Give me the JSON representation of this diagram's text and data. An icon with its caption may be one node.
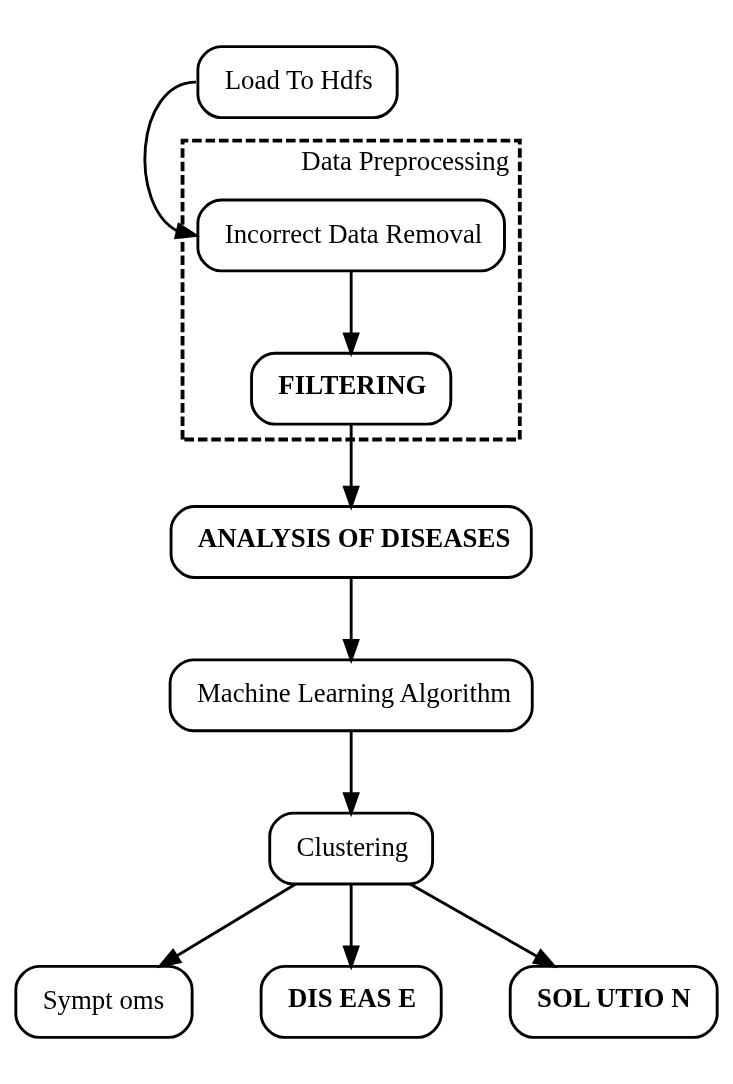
{
  "diagram": {
    "nodes": [
      {
        "text": [
          "Load To Hdfs"
        ]
      },
      {
        "text": [
          "Machine Learning Algorithm"
        ]
      },
      {
        "text": [
          "Data Preprocessing"
        ]
      },
      {
        "text": [
          "Incorrect Data Removal"
        ],
        "in": 2
      },
      {
        "text": [
          "FILTERING"
        ],
        "in": 2
      },
      {
        "text": [
          "Clustering"
        ]
      },
      {
        "text": [
          "ANALYSIS OF DISEASES"
        ]
      },
      {
        "text": [
          "Sympt oms"
        ]
      },
      {
        "text": [
          "DIS EAS E"
        ]
      },
      {
        "text": [
          "SOL UTIO N"
        ]
      }
    ],
    "edges": [
      {
        "from": 0,
        "to": 3,
        "arrow": "to"
      },
      {
        "from": 3,
        "to": 4,
        "arrow": "to"
      },
      {
        "from": 4,
        "to": 6,
        "arrow": "to"
      },
      {
        "from": 6,
        "to": 1,
        "arrow": "to"
      },
      {
        "from": 1,
        "to": 5,
        "arrow": "to"
      },
      {
        "from": 5,
        "to": 7,
        "arrow": "to"
      },
      {
        "from": 5,
        "to": 8,
        "arrow": "to"
      },
      {
        "from": 5,
        "to": 9,
        "arrow": "to"
      }
    ]
  }
}
